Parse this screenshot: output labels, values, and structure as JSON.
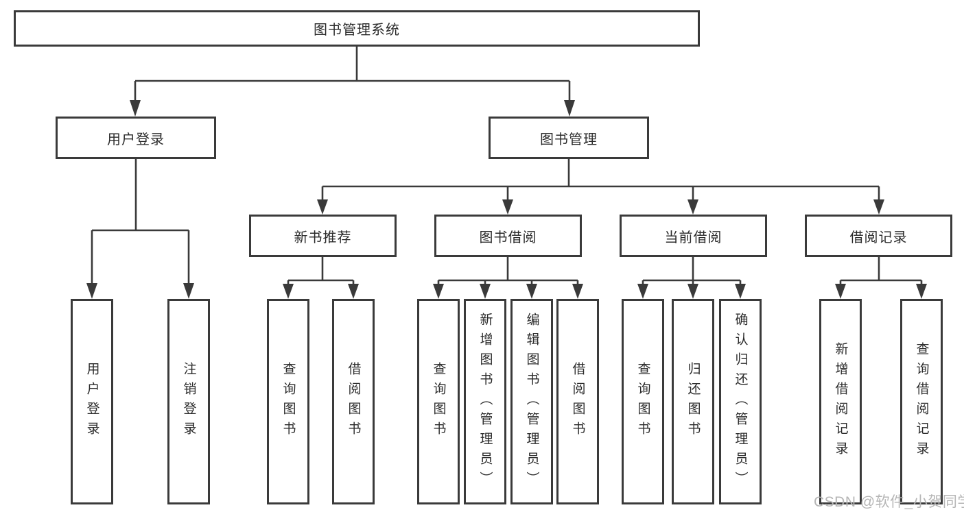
{
  "diagram": {
    "title": "图书管理系统",
    "level2": {
      "user_login": "用户登录",
      "book_mgmt": "图书管理"
    },
    "level3": {
      "new_book_rec": "新书推荐",
      "book_borrow": "图书借阅",
      "current_borrow": "当前借阅",
      "borrow_records": "借阅记录"
    },
    "leaves": {
      "user_login_leaf": "用户登录",
      "logout": "注销登录",
      "rec_query_book": "查询图书",
      "rec_borrow_book": "借阅图书",
      "bb_query_book": "查询图书",
      "bb_add_book": "新增图书（管理员）",
      "bb_edit_book": "编辑图书（管理员）",
      "bb_borrow_book": "借阅图书",
      "cb_query_book": "查询图书",
      "cb_return_book": "归还图书",
      "cb_confirm_return": "确认归还（管理员）",
      "br_add_record": "新增借阅记录",
      "br_query_record": "查询借阅记录"
    }
  },
  "watermark": "CSDN @软件_小贺同学",
  "colors": {
    "line": "#3a3a3a",
    "text": "#2b2b2b",
    "box_fill": "#ffffff",
    "watermark": "#b5b5b5"
  }
}
